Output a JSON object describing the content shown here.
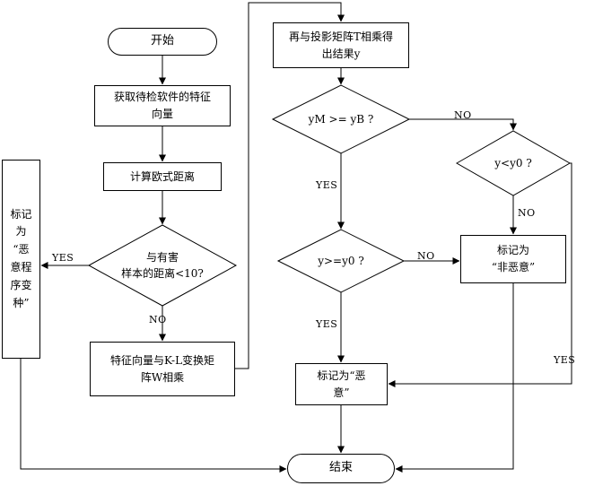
{
  "diagram": {
    "nodes": {
      "start": "开始",
      "get_features": "获取待检软件的特征\n向量",
      "euclidean": "计算欧式距离",
      "distance_check": "与有害\n样本的距离<10?",
      "variant": "标记\n为\n“恶\n意程\n序变\n种”",
      "kl_multiply": "特征向量与K-L变换矩\n阵W相乘",
      "projection": "再与投影矩阵T相乘得\n出结果y",
      "ym_yb_check": "yM >= yB ?",
      "y_lt_y0_check": "y<y0 ?",
      "y_ge_y0_check": "y>=y0 ?",
      "non_malicious": "标记为\n“非恶意”",
      "malicious": "标记为“恶\n意”",
      "end": "结束"
    },
    "edge_labels": {
      "distance_yes": "YES",
      "distance_no": "NO",
      "ym_no": "NO",
      "ym_yes": "YES",
      "ylt_no": "NO",
      "ylt_yes": "YES",
      "yge_no": "NO",
      "yge_yes": "YES"
    },
    "colors": {
      "stroke": "#000000",
      "fill": "#ffffff"
    }
  }
}
